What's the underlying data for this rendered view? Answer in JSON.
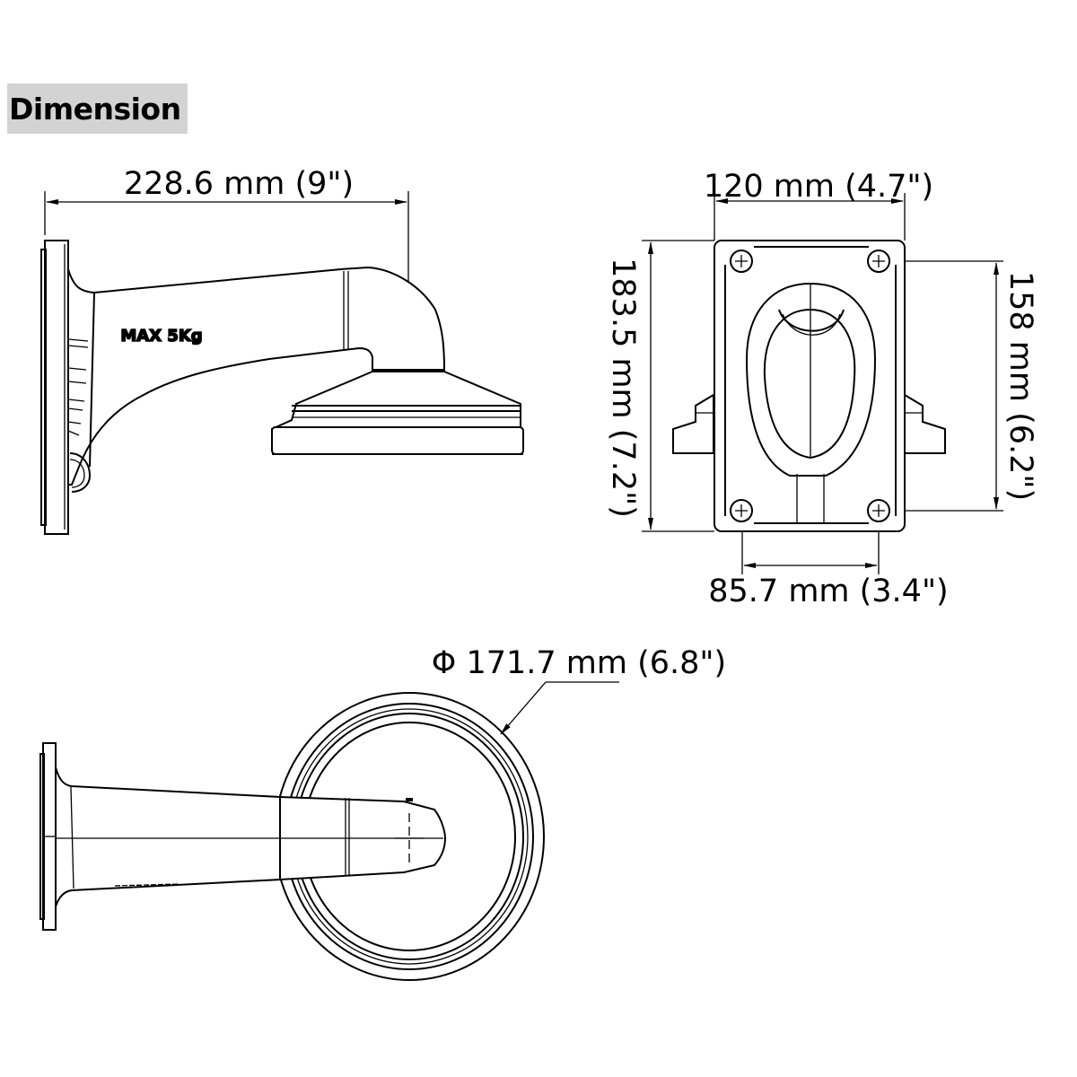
{
  "header": {
    "title": "Dimension",
    "title_background": "#d3d3d3"
  },
  "side_view": {
    "width_label": "228.6 mm (9\")",
    "load_label": "MAX 5Kg"
  },
  "front_view": {
    "width_label": "120 mm (4.7\")",
    "height_label": "183.5 mm (7.2\")",
    "hole_vertical_label": "158 mm (6.2\")",
    "hole_horizontal_label": "85.7 mm (3.4\")"
  },
  "top_view": {
    "diameter_label": "Φ 171.7 mm (6.8\")"
  },
  "colors": {
    "line": "#000000",
    "background": "#ffffff"
  }
}
